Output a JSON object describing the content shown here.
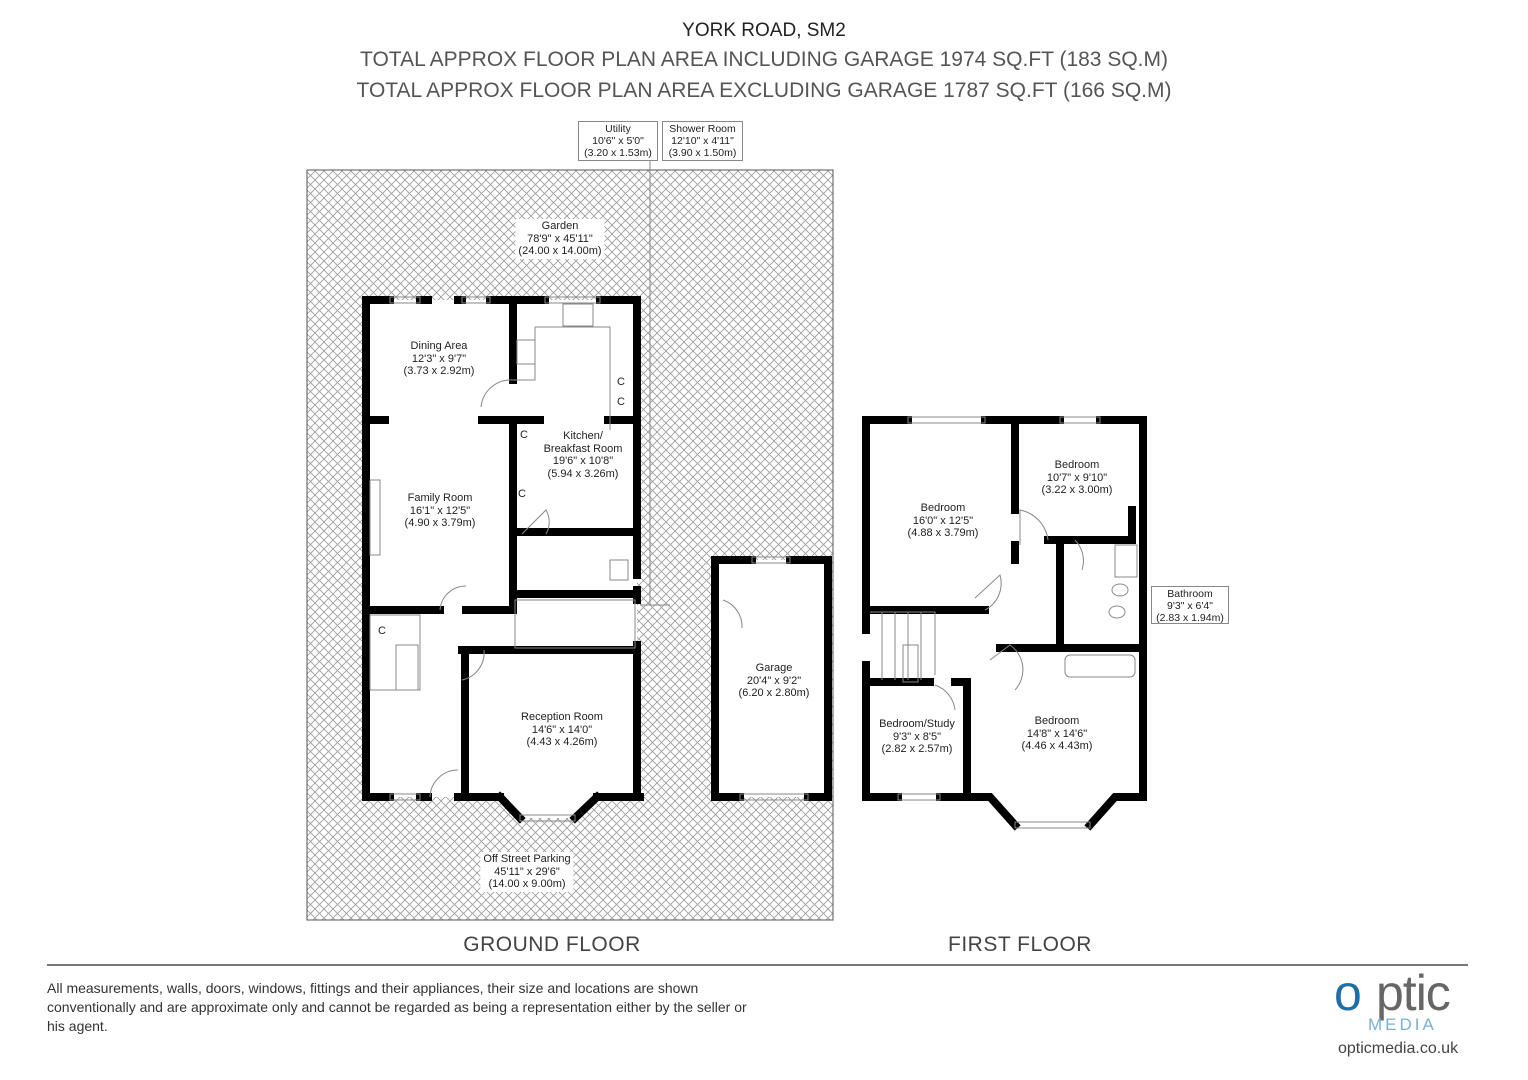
{
  "header": {
    "title": "YORK ROAD, SM2",
    "line1": "TOTAL APPROX FLOOR PLAN AREA INCLUDING GARAGE 1974 SQ.FT (183 SQ.M)",
    "line2": "TOTAL APPROX FLOOR PLAN AREA EXCLUDING GARAGE 1787 SQ.FT (166 SQ.M)"
  },
  "ground_floor": {
    "label": "GROUND FLOOR",
    "rooms": {
      "utility": {
        "name": "Utility",
        "imperial": "10'6\" x 5'0\"",
        "metric": "(3.20 x 1.53m)"
      },
      "shower": {
        "name": "Shower Room",
        "imperial": "12'10\" x 4'11\"",
        "metric": "(3.90 x 1.50m)"
      },
      "garden": {
        "name": "Garden",
        "imperial": "78'9\" x 45'11\"",
        "metric": "(24.00 x 14.00m)"
      },
      "dining": {
        "name": "Dining Area",
        "imperial": "12'3\" x 9'7\"",
        "metric": "(3.73 x 2.92m)"
      },
      "kitchen": {
        "name1": "Kitchen/",
        "name2": "Breakfast Room",
        "imperial": "19'6\" x 10'8\"",
        "metric": "(5.94 x 3.26m)"
      },
      "family": {
        "name": "Family Room",
        "imperial": "16'1\" x 12'5\"",
        "metric": "(4.90 x 3.79m)"
      },
      "reception": {
        "name": "Reception Room",
        "imperial": "14'6\" x 14'0\"",
        "metric": "(4.43 x 4.26m)"
      },
      "garage": {
        "name": "Garage",
        "imperial": "20'4\" x 9'2\"",
        "metric": "(6.20 x 2.80m)"
      },
      "parking": {
        "name": "Off Street Parking",
        "imperial": "45'11\" x 29'6\"",
        "metric": "(14.00 x 9.00m)"
      }
    },
    "cupboard_mark": "C"
  },
  "first_floor": {
    "label": "FIRST FLOOR",
    "rooms": {
      "bed1": {
        "name": "Bedroom",
        "imperial": "16'0\" x 12'5\"",
        "metric": "(4.88 x 3.79m)"
      },
      "bed2": {
        "name": "Bedroom",
        "imperial": "10'7\" x 9'10\"",
        "metric": "(3.22 x 3.00m)"
      },
      "bathroom": {
        "name": "Bathroom",
        "imperial": "9'3\" x 6'4\"",
        "metric": "(2.83 x 1.94m)"
      },
      "study": {
        "name": "Bedroom/Study",
        "imperial": "9'3\" x 8'5\"",
        "metric": "(2.82 x 2.57m)"
      },
      "bed3": {
        "name": "Bedroom",
        "imperial": "14'8\" x 14'6\"",
        "metric": "(4.46 x 4.43m)"
      }
    }
  },
  "footer": {
    "disclaimer": "All measurements, walls, doors, windows, fittings and their appliances, their size and locations are shown conventionally and are approximate only and cannot be regarded as being a representation either by the seller or his agent.",
    "logo_o": "o",
    "logo_ptic": "ptic",
    "logo_media": "MEDIA",
    "url": "opticmedia.co.uk"
  },
  "colors": {
    "wall": "#000000",
    "hatch": "#9a9a9a",
    "brand_blue": "#1f6fa6"
  }
}
